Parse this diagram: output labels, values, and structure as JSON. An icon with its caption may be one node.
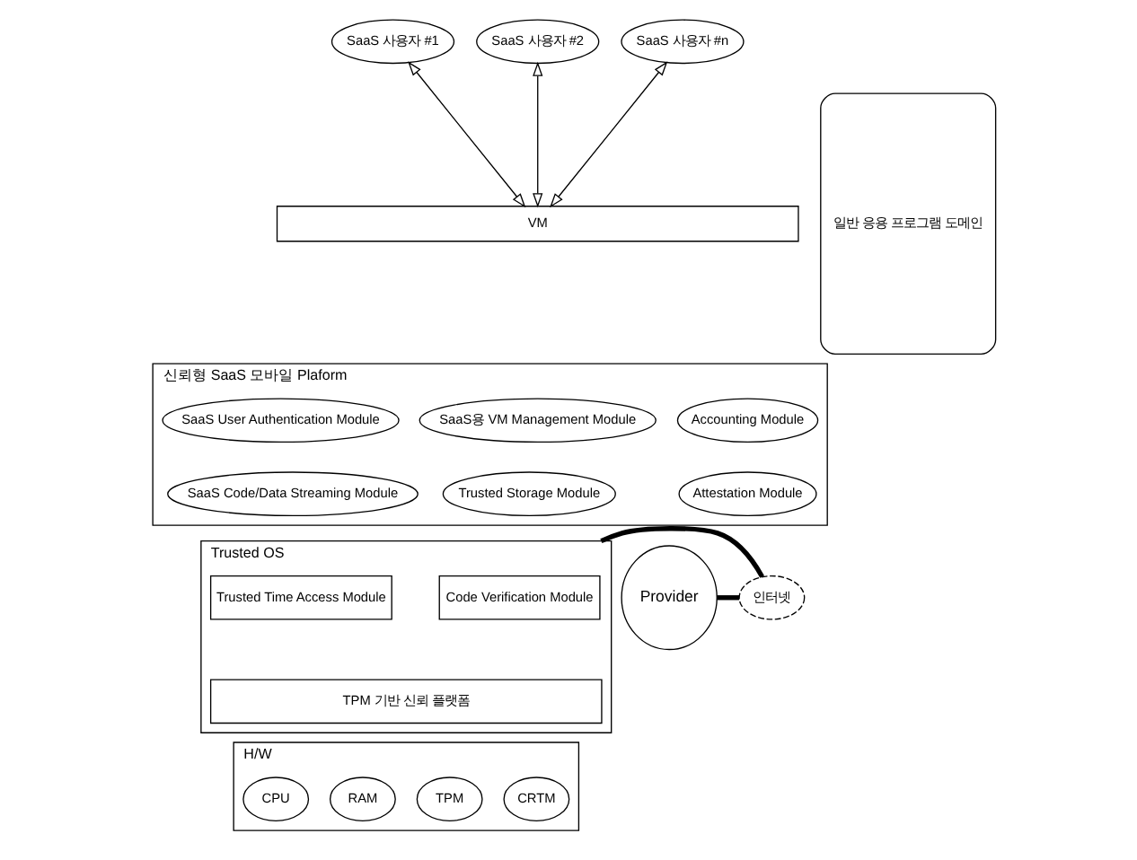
{
  "diagram": {
    "nodes": [
      {
        "text": [
          "SaaS 사용자 #1"
        ]
      },
      {
        "text": [
          "SaaS 사용자 #2"
        ]
      },
      {
        "text": [
          "SaaS 사용자 #n"
        ]
      },
      {
        "text": [
          "VM"
        ]
      },
      {
        "text": [
          "신뢰형 SaaS 모바일 Plaform"
        ]
      },
      {
        "text": [
          "Accounting Module"
        ],
        "in": 4
      },
      {
        "text": [
          "SaaS용 VM Management Module"
        ],
        "in": 4
      },
      {
        "text": [
          "SaaS User Authentication Module"
        ],
        "in": 4
      },
      {
        "text": [
          "Attestation Module"
        ],
        "in": 4
      },
      {
        "text": [
          "Trusted Storage Module"
        ],
        "in": 4
      },
      {
        "text": [
          "SaaS Code/Data Streaming Module"
        ],
        "in": 4
      },
      {
        "text": [
          "일반 응용 프로그램 도메인"
        ]
      },
      {
        "text": [
          "Provider"
        ]
      },
      {
        "text": [
          "인터넷"
        ]
      },
      {
        "text": [
          "Trusted OS"
        ]
      },
      {
        "text": [
          "Code Verification Module"
        ],
        "in": 14
      },
      {
        "text": [
          "Trusted Time Access Module"
        ],
        "in": 14
      },
      {
        "text": [
          "TPM 기반 신뢰 플랫폼"
        ],
        "in": 14
      },
      {
        "text": [
          "H/W"
        ]
      },
      {
        "text": [
          "CPU"
        ],
        "in": 18
      },
      {
        "text": [
          "RAM"
        ],
        "in": 18
      },
      {
        "text": [
          "TPM"
        ],
        "in": 18
      },
      {
        "text": [
          "CRTM"
        ],
        "in": 18
      }
    ],
    "edges": [
      {
        "from": 0,
        "to": 3,
        "arrow": "both"
      },
      {
        "from": 1,
        "to": 3,
        "arrow": "both"
      },
      {
        "from": 2,
        "to": 3,
        "arrow": "both"
      },
      {
        "from": 12,
        "to": 13,
        "arrow": "none",
        "style": "thick"
      },
      {
        "from": 13,
        "to": 14,
        "arrow": "none",
        "style": "thick"
      }
    ]
  }
}
